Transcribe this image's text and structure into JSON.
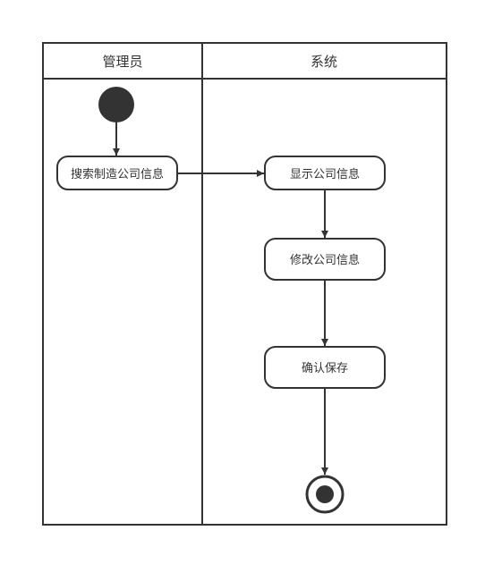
{
  "swimlanes": [
    {
      "id": "admin",
      "title": "管理员"
    },
    {
      "id": "system",
      "title": "系统"
    }
  ],
  "nodes": {
    "start": {
      "type": "initial"
    },
    "search": {
      "type": "action",
      "label": "搜索制造公司信息",
      "lane": "admin"
    },
    "display": {
      "type": "action",
      "label": "显示公司信息",
      "lane": "system"
    },
    "modify": {
      "type": "action",
      "label": "修改公司信息",
      "lane": "system"
    },
    "confirm": {
      "type": "action",
      "label": "确认保存",
      "lane": "system"
    },
    "end": {
      "type": "final"
    }
  },
  "flows": [
    {
      "from": "start",
      "to": "search"
    },
    {
      "from": "search",
      "to": "display"
    },
    {
      "from": "display",
      "to": "modify"
    },
    {
      "from": "modify",
      "to": "confirm"
    },
    {
      "from": "confirm",
      "to": "end"
    }
  ],
  "colors": {
    "stroke": "#333333",
    "fill": "#ffffff",
    "text": "#333333"
  }
}
